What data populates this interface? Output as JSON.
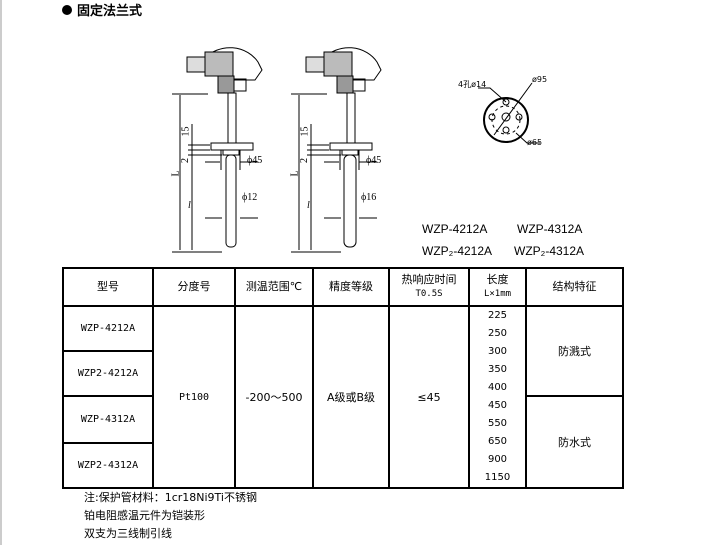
{
  "section_title": "固定法兰式",
  "drawings": {
    "left": {
      "dim_15": "15",
      "dim_2": "2",
      "dim_L": "L",
      "dim_l": "l",
      "flange_dia": "ϕ45",
      "stem_dia": "ϕ12"
    },
    "right": {
      "dim_15": "15",
      "dim_2": "2",
      "dim_L": "L",
      "dim_l": "l",
      "flange_dia": "ϕ45",
      "stem_dia": "ϕ16"
    },
    "flange_view": {
      "holes": "4孔ø14",
      "outer": "ø95",
      "pitch": "ø65"
    }
  },
  "model_labels": [
    "WZP-4212A",
    "WZP-4312A",
    "WZP₂-4212A",
    "WZP₂-4312A"
  ],
  "table": {
    "headers": [
      "型号",
      "分度号",
      "测温范围℃",
      "精度等级",
      "热响应时间",
      "长度",
      "结构特征"
    ],
    "header_sub": {
      "response": "T0.5S",
      "length": "L×1mm"
    },
    "models": [
      "WZP-4212A",
      "WZP2-4212A",
      "WZP-4312A",
      "WZP2-4312A"
    ],
    "graduation": "Pt100",
    "range": "-200～500",
    "accuracy": "A级或B级",
    "response": "≤45",
    "lengths": [
      "225",
      "250",
      "300",
      "350",
      "400",
      "450",
      "550",
      "650",
      "900",
      "1150"
    ],
    "structures": [
      "防溅式",
      "防水式"
    ]
  },
  "notes": [
    "注:保护管材料：1cr18Ni9Ti不锈钢",
    "铂电阻感温元件为铠装形",
    "双支为三线制引线"
  ]
}
